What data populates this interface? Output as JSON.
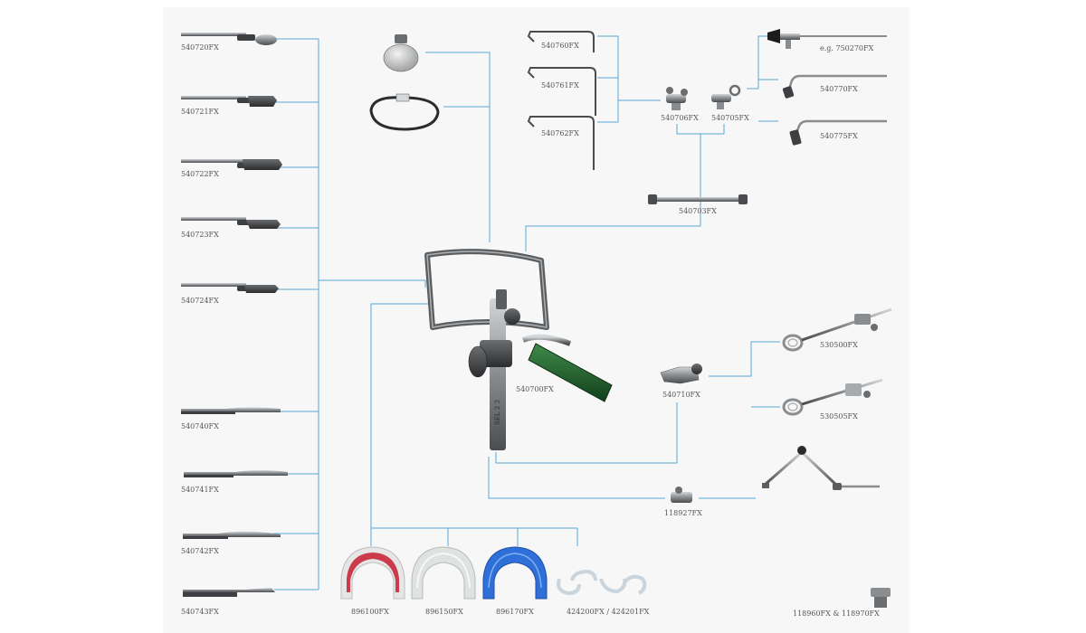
{
  "colors": {
    "connector": "#5aa7d6",
    "metal_dark": "#3d3f42",
    "metal_mid": "#8a8d90",
    "metal_light": "#c5c8ca",
    "handle_green": "#1f5a2a",
    "mouthguard_red": "#c8283b",
    "mouthguard_clear": "#dfe3e0",
    "mouthguard_blue": "#2f6fd8"
  },
  "labels": {
    "p540720": "540720FX",
    "p540721": "540721FX",
    "p540722": "540722FX",
    "p540723": "540723FX",
    "p540724": "540724FX",
    "p540740": "540740FX",
    "p540741": "540741FX",
    "p540742": "540742FX",
    "p540743": "540743FX",
    "p540760": "540760FX",
    "p540761": "540761FX",
    "p540762": "540762FX",
    "p540706": "540706FX",
    "p540705": "540705FX",
    "p540703": "540703FX",
    "p750270": "e.g. 750270FX",
    "p540770": "540770FX",
    "p540775": "540775FX",
    "p540700": "540700FX",
    "p540710": "540710FX",
    "p530500": "530500FX",
    "p530505": "530505FX",
    "p118927": "118927FX",
    "p118960": "118960FX & 118970FX",
    "p896100": "896100FX",
    "p896150": "896150FX",
    "p896170": "896170FX",
    "p424200": "424200FX / 424201FX"
  },
  "icons": {
    "spatula": "tongue-spatula-icon",
    "blade": "tongue-blade-icon",
    "hook": "retractor-hook-icon",
    "clamp": "clamp-icon",
    "endoscope": "endoscope-icon",
    "frame": "mouth-gag-frame-icon",
    "mouthguard": "mouthguard-icon",
    "holder": "holding-arm-icon"
  },
  "handle_engraving": "SEL 2 3"
}
